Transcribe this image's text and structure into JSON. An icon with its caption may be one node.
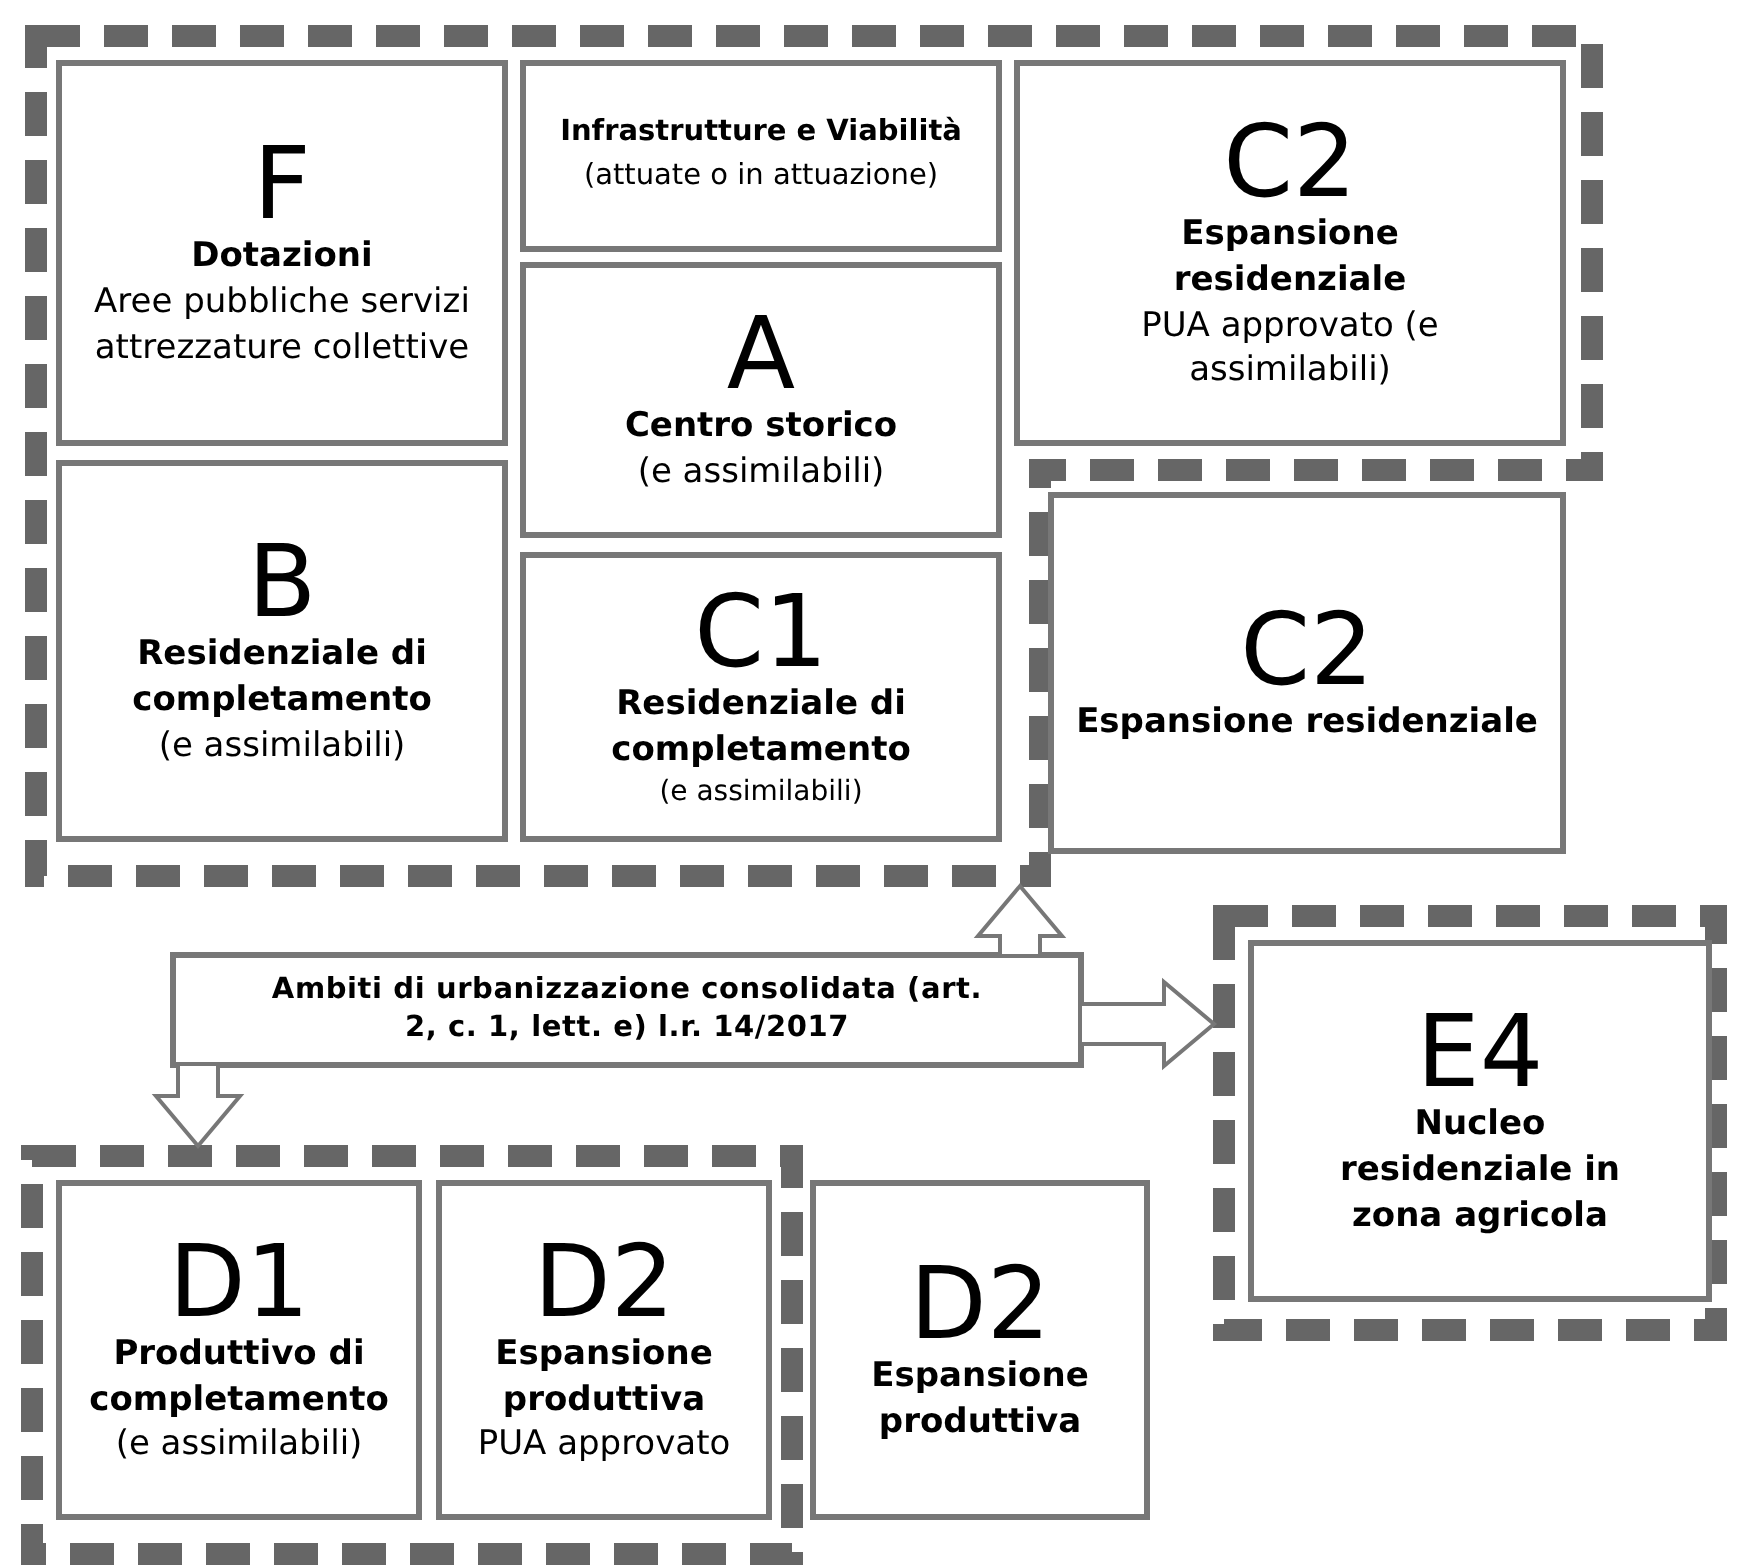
{
  "diagram": {
    "nodes": [
      {
        "text": [],
        "shape": "box"
      },
      {
        "text": [
          "F",
          "Dotazioni",
          "Aree pubbliche servizi attrezzature collettive"
        ],
        "in": 0
      },
      {
        "text": [
          "Infrastrutture e Viabilità",
          "(attuate o in attuazione)"
        ],
        "in": 0
      },
      {
        "text": [
          "C2",
          "Espansione residenziale",
          "PUA approvato (e assimilabili)"
        ],
        "in": 0
      },
      {
        "text": [
          "A",
          "Centro storico",
          "(e assimilabili)"
        ],
        "in": 0
      },
      {
        "text": [
          "B",
          "Residenziale di completamento",
          "(e assimilabili)"
        ],
        "in": 0
      },
      {
        "text": [
          "C1",
          "Residenziale di completamento",
          "(e assimilabili)"
        ],
        "in": 0
      },
      {
        "text": [
          "C2",
          "Espansione residenziale"
        ]
      },
      {
        "text": [
          "Ambiti di urbanizzazione consolidata (art. 2, c. 1, lett. e) l.r. 14/2017"
        ]
      },
      {
        "text": [],
        "shape": "box"
      },
      {
        "text": [
          "E4",
          "Nucleo residenziale in zona agricola"
        ],
        "in": 9
      },
      {
        "text": [],
        "shape": "box"
      },
      {
        "text": [
          "D1",
          "Produttivo di completamento",
          "(e assimilabili)"
        ],
        "in": 11
      },
      {
        "text": [
          "D2",
          "Espansione produttiva",
          "PUA approvato"
        ],
        "in": 11
      },
      {
        "text": [
          "D2",
          "Espansione produttiva"
        ]
      }
    ],
    "edges": [
      {
        "from": 8,
        "to": 0,
        "arrow": "to"
      },
      {
        "from": 8,
        "to": 9,
        "arrow": "to"
      },
      {
        "from": 8,
        "to": 11,
        "arrow": "to"
      }
    ]
  }
}
